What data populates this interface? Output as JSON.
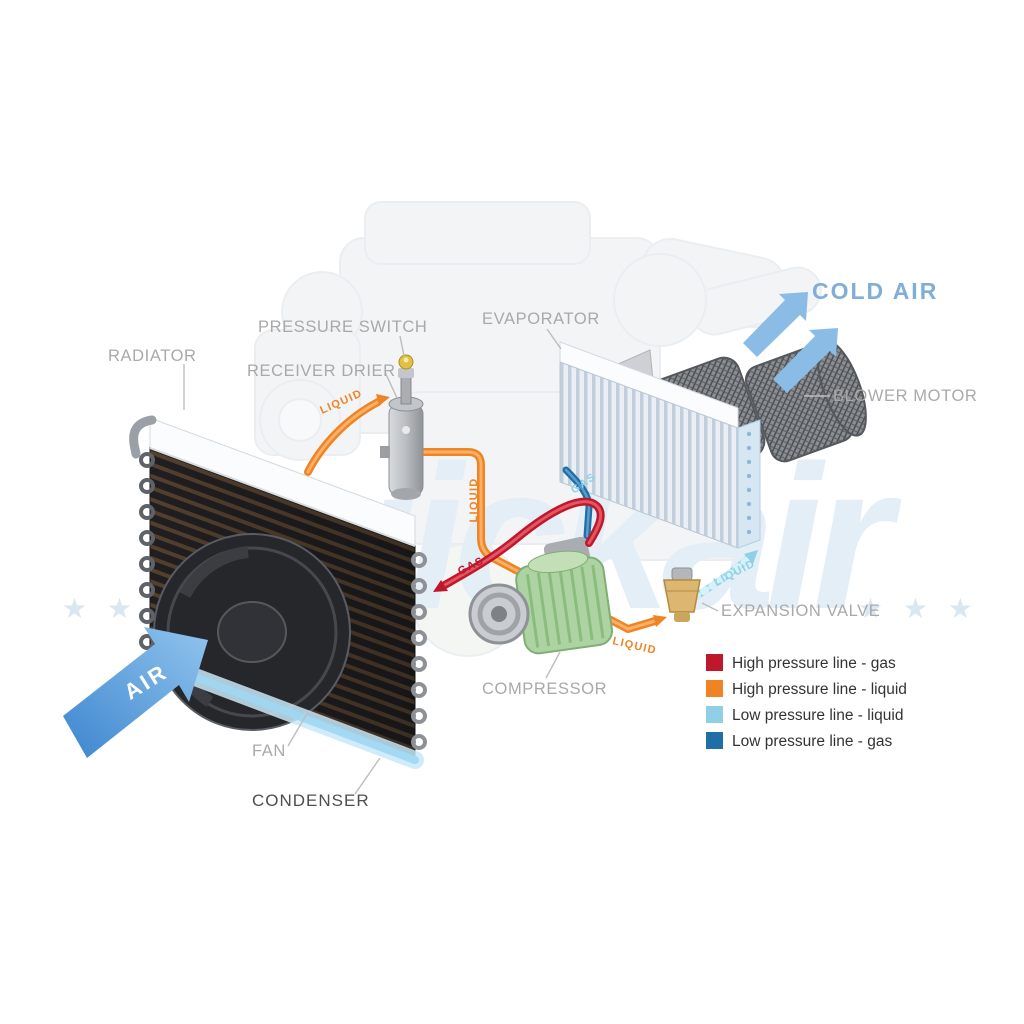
{
  "watermark": {
    "text": "Quickair",
    "stars_left": "★ ★ ★",
    "stars_right": "★ ★ ★"
  },
  "component_labels": {
    "radiator": "RADIATOR",
    "pressure_switch": "PRESSURE SWITCH",
    "receiver_drier": "RECEIVER DRIER",
    "evaporator": "EVAPORATOR",
    "blower_motor": "BLOWER MOTOR",
    "expansion_valve": "EXPANSION VALVE",
    "compressor": "COMPRESSOR",
    "fan": "FAN",
    "condenser": "CONDENSER"
  },
  "flow_labels": {
    "air": "AIR",
    "cold_air": "COLD AIR",
    "liquid_to_drier": "LIQUID",
    "liquid_vertical": "LIQUID",
    "liquid_to_valve": "LIQUID",
    "gas_high": "GAS",
    "gas_low": "GAS",
    "liquid_low": "LIQUID"
  },
  "legend": {
    "items": [
      {
        "label": "High pressure line - gas",
        "color": "#c0182b"
      },
      {
        "label": "High pressure line - liquid",
        "color": "#ef8424"
      },
      {
        "label": "Low pressure line - liquid",
        "color": "#8fd0e6"
      },
      {
        "label": "Low pressure line -  gas",
        "color": "#1f6ea6"
      }
    ]
  },
  "colors": {
    "high_gas": "#c0182b",
    "high_liquid": "#ef8424",
    "low_liquid": "#8fd0e6",
    "low_gas": "#1f6ea6",
    "air_arrow_dark": "#3e86cf",
    "air_arrow_light": "#90c4ed",
    "cold_air_fill": "#8abce6",
    "cold_air_text": "#7fafd9"
  }
}
